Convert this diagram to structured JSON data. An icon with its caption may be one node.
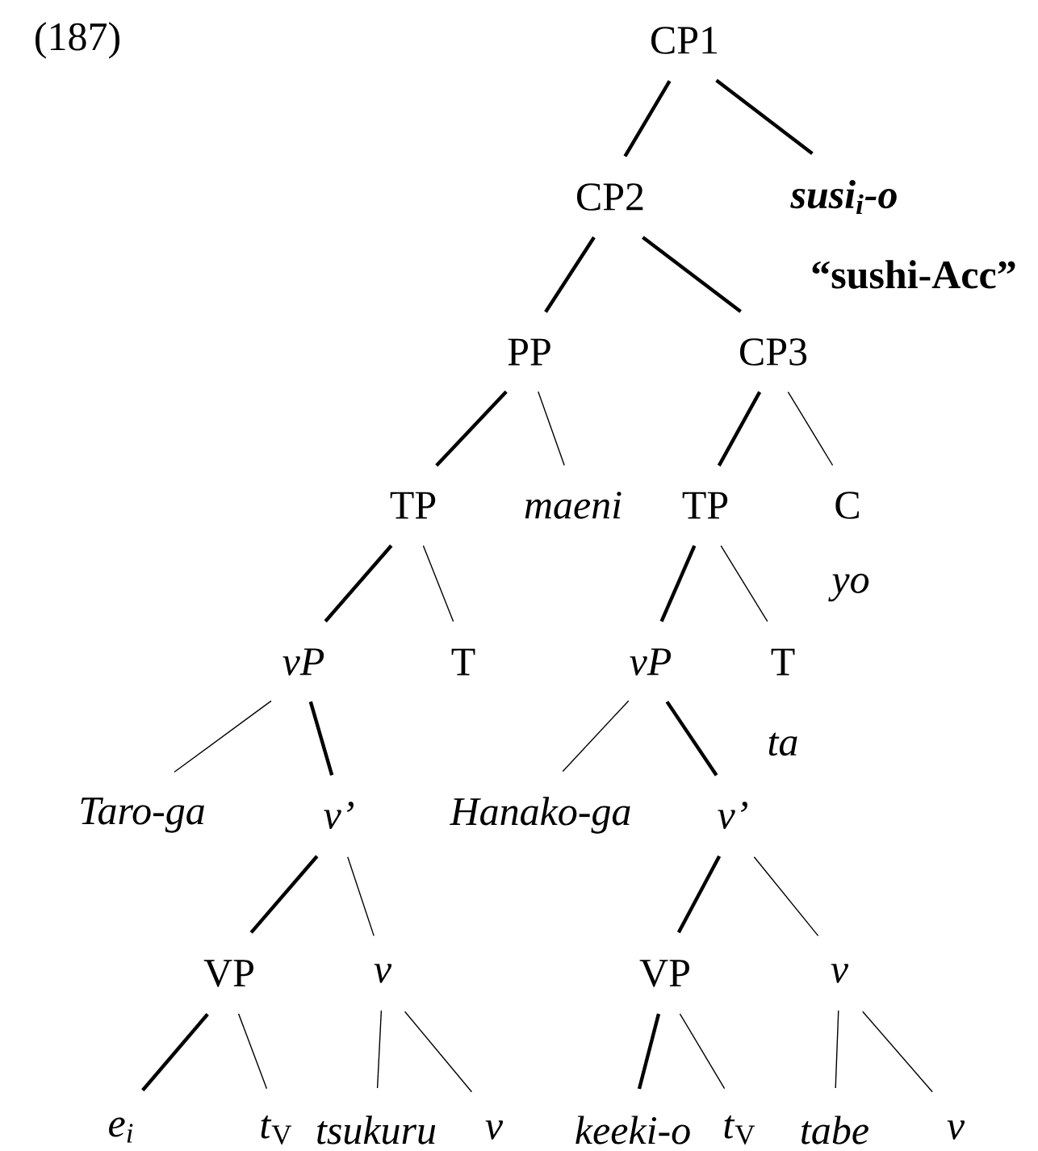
{
  "diagram": {
    "nodes": [
      {
        "text": [
          "CP1"
        ]
      },
      {
        "text": [
          "CP2"
        ]
      },
      {
        "text": [
          "susi$_{i}$-o",
          "“sushi-Acc”"
        ]
      },
      {
        "text": [
          "PP"
        ]
      },
      {
        "text": [
          "CP3"
        ]
      },
      {
        "text": [
          "TP"
        ]
      },
      {
        "text": [
          "maeni"
        ]
      },
      {
        "text": [
          "TP"
        ]
      },
      {
        "text": [
          "C",
          "yo"
        ]
      },
      {
        "text": [
          "vP"
        ]
      },
      {
        "text": [
          "T"
        ]
      },
      {
        "text": [
          "vP"
        ]
      },
      {
        "text": [
          "T",
          "ta"
        ]
      },
      {
        "text": [
          "Taro-ga"
        ]
      },
      {
        "text": [
          "v’"
        ]
      },
      {
        "text": [
          "Hanako-ga"
        ]
      },
      {
        "text": [
          "v’"
        ]
      },
      {
        "text": [
          "VP"
        ]
      },
      {
        "text": [
          "v"
        ]
      },
      {
        "text": [
          "VP"
        ]
      },
      {
        "text": [
          "v"
        ]
      },
      {
        "text": [
          "e$_{i}$"
        ]
      },
      {
        "text": [
          "*t*$_{V}$"
        ]
      },
      {
        "text": [
          "tsukuru"
        ]
      },
      {
        "text": [
          "v"
        ]
      },
      {
        "text": [
          "keeki-o"
        ]
      },
      {
        "text": [
          "*t*$_{V}$"
        ]
      },
      {
        "text": [
          "tabe"
        ]
      },
      {
        "text": [
          "v"
        ]
      }
    ],
    "edges": [
      {
        "from": 0,
        "to": 1,
        "arrow": "none",
        "style": "thick"
      },
      {
        "from": 0,
        "to": 2,
        "arrow": "none",
        "style": "thick"
      },
      {
        "from": 1,
        "to": 3,
        "arrow": "none",
        "style": "thick"
      },
      {
        "from": 1,
        "to": 4,
        "arrow": "none",
        "style": "thick"
      },
      {
        "from": 3,
        "to": 5,
        "arrow": "none",
        "style": "thick"
      },
      {
        "from": 3,
        "to": 6,
        "arrow": "none"
      },
      {
        "from": 4,
        "to": 7,
        "arrow": "none",
        "style": "thick"
      },
      {
        "from": 4,
        "to": 8,
        "arrow": "none"
      },
      {
        "from": 5,
        "to": 9,
        "arrow": "none",
        "style": "thick"
      },
      {
        "from": 5,
        "to": 10,
        "arrow": "none"
      },
      {
        "from": 7,
        "to": 11,
        "arrow": "none",
        "style": "thick"
      },
      {
        "from": 7,
        "to": 12,
        "arrow": "none"
      },
      {
        "from": 9,
        "to": 13,
        "arrow": "none"
      },
      {
        "from": 9,
        "to": 14,
        "arrow": "none",
        "style": "thick"
      },
      {
        "from": 11,
        "to": 15,
        "arrow": "none"
      },
      {
        "from": 11,
        "to": 16,
        "arrow": "none",
        "style": "thick"
      },
      {
        "from": 14,
        "to": 17,
        "arrow": "none",
        "style": "thick"
      },
      {
        "from": 14,
        "to": 18,
        "arrow": "none"
      },
      {
        "from": 16,
        "to": 19,
        "arrow": "none",
        "style": "thick"
      },
      {
        "from": 16,
        "to": 20,
        "arrow": "none"
      },
      {
        "from": 17,
        "to": 21,
        "arrow": "none",
        "style": "thick"
      },
      {
        "from": 17,
        "to": 22,
        "arrow": "none"
      },
      {
        "from": 18,
        "to": 23,
        "arrow": "none"
      },
      {
        "from": 18,
        "to": 24,
        "arrow": "none"
      },
      {
        "from": 19,
        "to": 25,
        "arrow": "none",
        "style": "thick"
      },
      {
        "from": 19,
        "to": 26,
        "arrow": "none"
      },
      {
        "from": 20,
        "to": 27,
        "arrow": "none"
      },
      {
        "from": 20,
        "to": 28,
        "arrow": "none"
      }
    ],
    "labels": [
      "(187)"
    ]
  }
}
